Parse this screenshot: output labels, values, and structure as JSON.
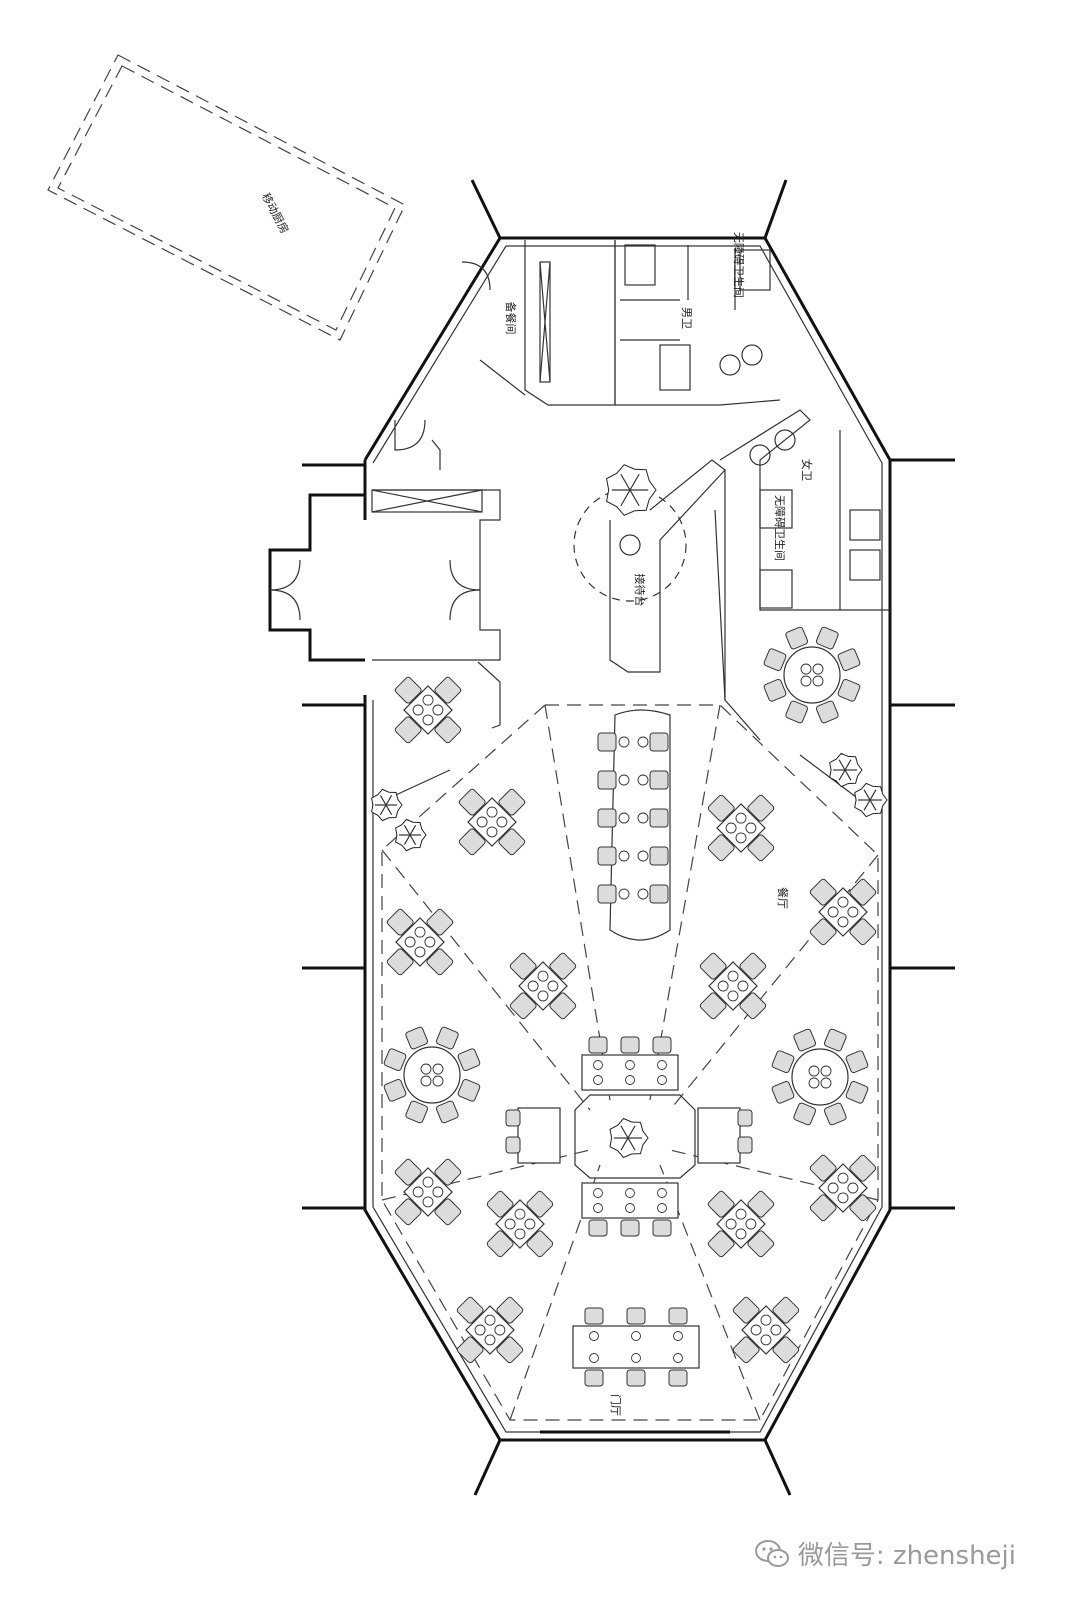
{
  "labels": {
    "mobile_room": "移动厨房",
    "storage": "备餐间",
    "accessible_wc_top": "无障碍卫生间",
    "mens_wc": "男卫",
    "womens_wc": "女卫",
    "accessible_wc_mid": "无障碍卫生间",
    "reception": "接待台",
    "dining_hall": "餐厅",
    "entrance_hall": "门厅"
  },
  "watermark": {
    "icon": "wechat-icon",
    "text": "微信号: zhensheji"
  }
}
